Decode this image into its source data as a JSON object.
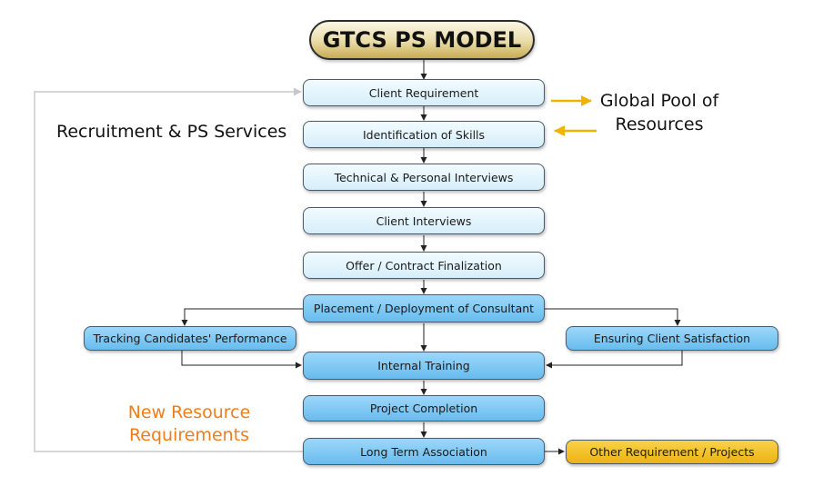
{
  "title": "GTCS PS MODEL",
  "labels": {
    "left_heading": "Recruitment & PS Services",
    "global_pool": "Global Pool of Resources",
    "new_resource": "New Resource Requirements"
  },
  "steps": [
    "Client Requirement",
    "Identification of Skills",
    "Technical & Personal Interviews",
    "Client Interviews",
    "Offer / Contract Finalization",
    "Placement / Deployment of Consultant",
    "Internal Training",
    "Project Completion",
    "Long Term Association"
  ],
  "branches": {
    "left": "Tracking Candidates' Performance",
    "right": "Ensuring Client Satisfaction",
    "other": "Other Requirement / Projects"
  },
  "colors": {
    "light_box": "#d6eefa",
    "blue_box": "#67bcee",
    "gold_box": "#eeb211",
    "title_gold": "#c7ac54",
    "orange_text": "#f07d1a",
    "pool_arrow": "#f0b400",
    "loop_line": "#c8c8c8"
  }
}
